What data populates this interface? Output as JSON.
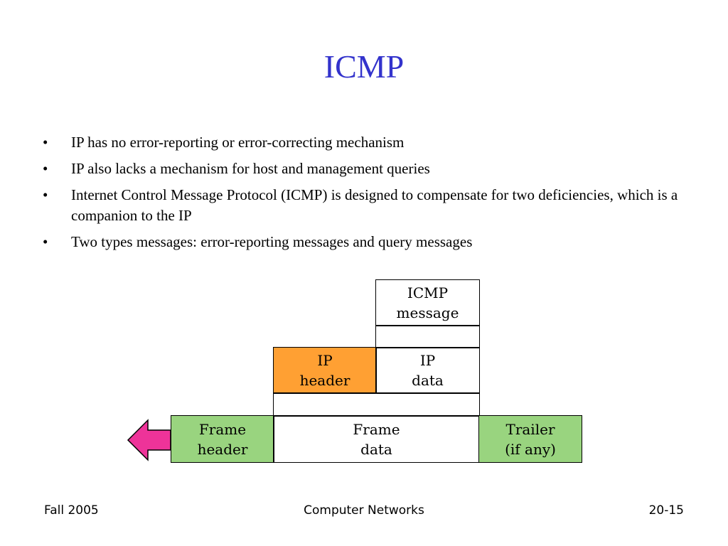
{
  "slide": {
    "title": "ICMP",
    "bullets": [
      "IP has no error-reporting or error-correcting mechanism",
      "IP also lacks a mechanism for host and management queries",
      "Internet Control Message Protocol (ICMP) is designed to compensate for two deficiencies, which is a companion to the IP",
      "Two types messages: error-reporting messages and query messages"
    ],
    "bullet_char": "•"
  },
  "diagram": {
    "icmp_message": [
      "ICMP",
      "message"
    ],
    "ip_header": [
      "IP",
      "header"
    ],
    "ip_data": [
      "IP",
      "data"
    ],
    "frame_header": [
      "Frame",
      "header"
    ],
    "frame_data": [
      "Frame",
      "data"
    ],
    "trailer": [
      "Trailer",
      "(if any)"
    ],
    "colors": {
      "ip_header_fill": "#ffa033",
      "frame_green": "#99d47f",
      "arrow_fill": "#ee3399"
    }
  },
  "footer": {
    "left": "Fall 2005",
    "center": "Computer Networks",
    "right": "20-15"
  }
}
